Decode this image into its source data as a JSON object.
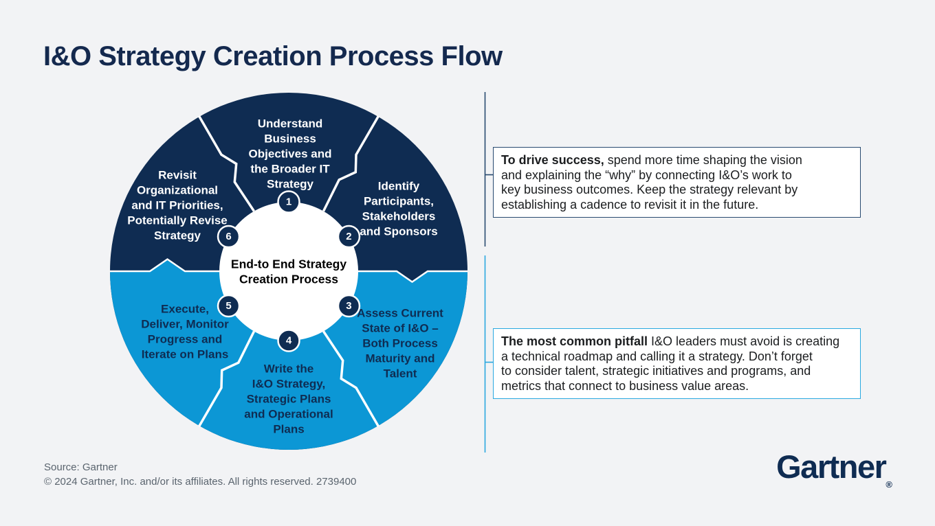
{
  "page": {
    "title": "I&O Strategy Creation Process Flow"
  },
  "colors": {
    "background": "#f2f3f5",
    "navy": "#0f2c52",
    "light_blue": "#0c97d5",
    "accent_blue": "#29a8e0",
    "callout_navy_border": "#27496f",
    "white": "#ffffff",
    "center_text": "#000000",
    "footer_gray": "#5a646e"
  },
  "diagram": {
    "center": {
      "lines": [
        "End-to End Strategy",
        "Creation Process"
      ]
    },
    "segments": [
      {
        "number": "1",
        "lines": [
          "Understand",
          "Business",
          "Objectives and",
          "the Broader IT",
          "Strategy"
        ]
      },
      {
        "number": "2",
        "lines": [
          "Identify",
          "Participants,",
          "Stakeholders",
          "and Sponsors"
        ]
      },
      {
        "number": "3",
        "lines": [
          "Assess Current",
          "State of I&O –",
          "Both Process",
          "Maturity and",
          "Talent"
        ]
      },
      {
        "number": "4",
        "lines": [
          "Write the",
          "I&O Strategy,",
          "Strategic Plans",
          "and Operational",
          "Plans"
        ]
      },
      {
        "number": "5",
        "lines": [
          "Execute,",
          "Deliver, Monitor",
          "Progress and",
          "Iterate on Plans"
        ]
      },
      {
        "number": "6",
        "lines": [
          "Revisit",
          "Organizational",
          "and IT Priorities,",
          "Potentially Revise",
          "Strategy"
        ]
      }
    ]
  },
  "callouts": [
    {
      "lead": "To drive success,",
      "line1_rest": " spend more time shaping the vision",
      "lines": [
        "and explaining the “why” by connecting I&O’s work to",
        "key business outcomes. Keep the strategy relevant by",
        "establishing a cadence to revisit it in the future."
      ]
    },
    {
      "lead": "The most common pitfall",
      "line1_rest": " I&O leaders must avoid is creating",
      "lines": [
        "a technical roadmap and calling it a strategy. Don’t forget",
        "to consider talent, strategic initiatives and programs, and",
        "metrics that connect to business value areas."
      ]
    }
  ],
  "footer": {
    "source": "Source: Gartner",
    "copyright": "© 2024 Gartner, Inc. and/or its affiliates. All rights reserved. 2739400"
  },
  "logo": {
    "text": "Gartner",
    "reg": "®"
  }
}
